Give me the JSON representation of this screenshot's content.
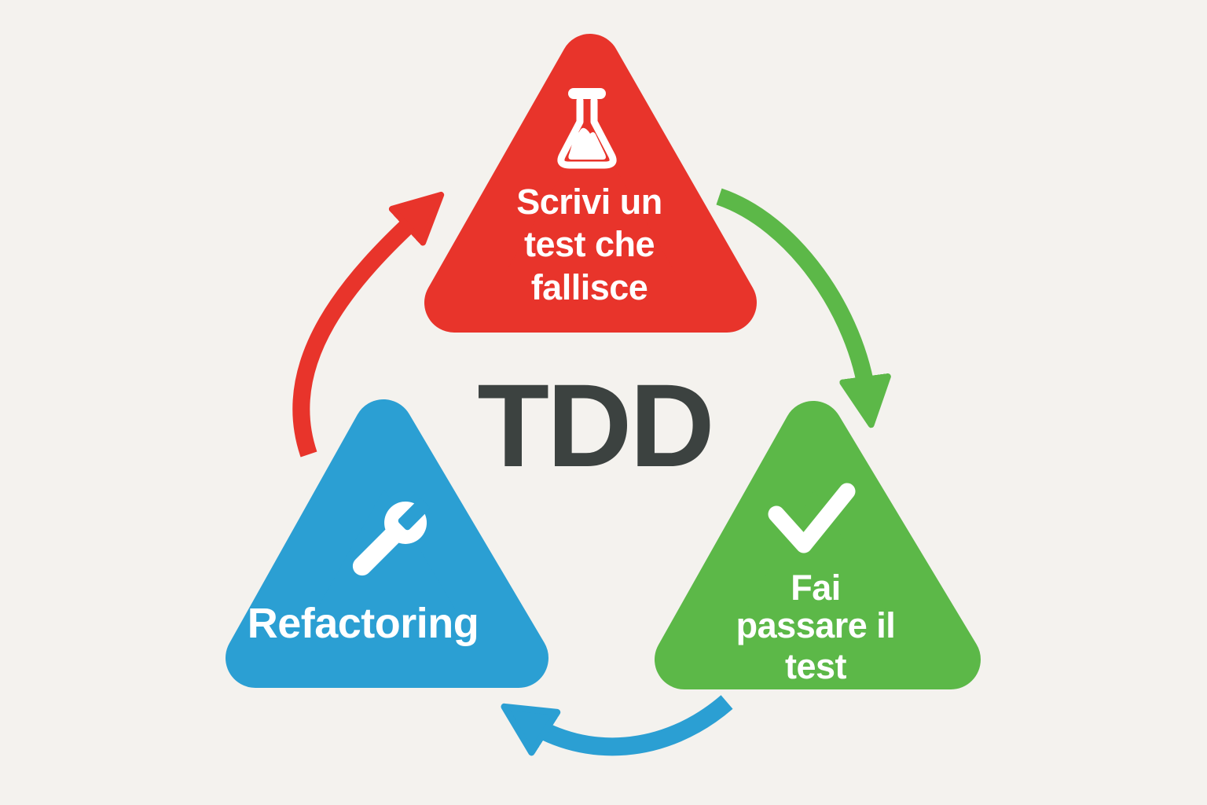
{
  "title": "TDD",
  "colors": {
    "background": "#f4f2ee",
    "red": "#e8342b",
    "green": "#5cb848",
    "blue": "#2b9fd3",
    "dark": "#3c4240",
    "white": "#ffffff"
  },
  "nodes": {
    "write_test": {
      "icon": "flask-icon",
      "lines": [
        "Scrivi un",
        "test che",
        "fallisce"
      ]
    },
    "pass_test": {
      "icon": "checkmark-icon",
      "lines": [
        "Fai",
        "passare il",
        "test"
      ]
    },
    "refactoring": {
      "icon": "wrench-icon",
      "lines": [
        "Refactoring"
      ]
    }
  },
  "arrows": {
    "red": "from-refactoring-to-write-test",
    "green": "from-write-test-to-pass-test",
    "blue": "from-pass-test-to-refactoring"
  }
}
